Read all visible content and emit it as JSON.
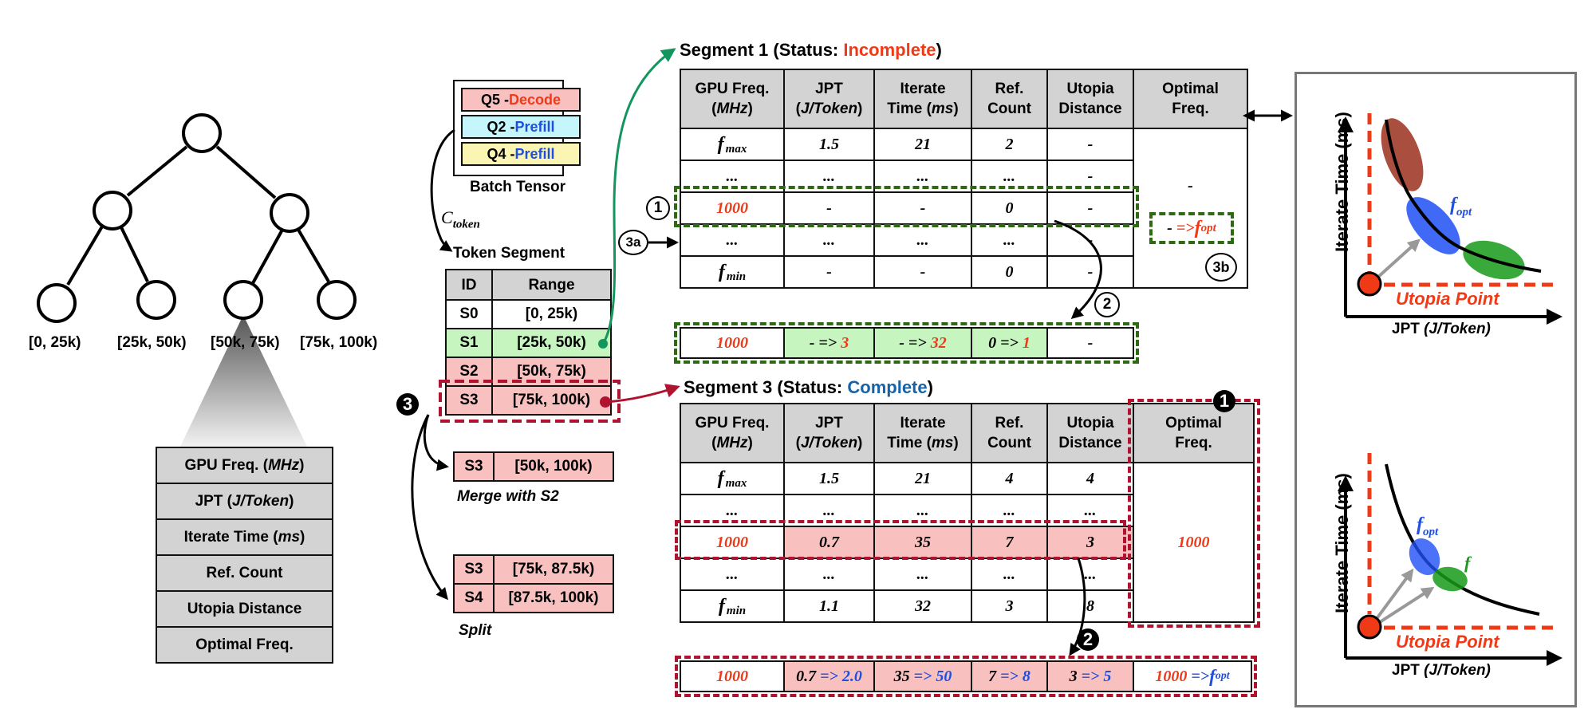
{
  "tree": {
    "leaves": [
      "[0, 25k)",
      "[25k, 50k)",
      "[50k, 75k)",
      "[75k, 100k)"
    ],
    "node_fields": [
      {
        "pre": "GPU Freq. (",
        "it": "MHz",
        "post": ")"
      },
      {
        "pre": "JPT (",
        "it": "J/Token",
        "post": ")"
      },
      {
        "pre": "Iterate Time (",
        "it": "ms",
        "post": ")"
      },
      {
        "pre": "Ref. Count",
        "it": "",
        "post": ""
      },
      {
        "pre": "Utopia Distance",
        "it": "",
        "post": ""
      },
      {
        "pre": "Optimal Freq.",
        "it": "",
        "post": ""
      }
    ]
  },
  "batch": {
    "title": "Batch Tensor",
    "items": [
      {
        "q": "Q5 - ",
        "phase": "Decode",
        "bg": "#f9c0c0",
        "color": "#f03a17"
      },
      {
        "q": "Q2 - ",
        "phase": "Prefill",
        "bg": "#c4f6fb",
        "color": "#1f4fe0"
      },
      {
        "q": "Q4 - ",
        "phase": "Prefill",
        "bg": "#fbf5b4",
        "color": "#1f4fe0"
      }
    ],
    "c_token": "C",
    "c_token_sub": "token"
  },
  "token_segment": {
    "title": "Token Segment",
    "headers": [
      "ID",
      "Range"
    ],
    "rows": [
      {
        "id": "S0",
        "range": "[0, 25k)"
      },
      {
        "id": "S1",
        "range": "[25k, 50k)"
      },
      {
        "id": "S2",
        "range": "[50k, 75k)"
      },
      {
        "id": "S3",
        "range": "[75k, 100k)"
      }
    ],
    "merge": {
      "id": "S3",
      "range": "[50k, 100k)",
      "caption": "Merge with S2"
    },
    "split": {
      "rows": [
        {
          "id": "S3",
          "range": "[75k, 87.5k)"
        },
        {
          "id": "S4",
          "range": "[87.5k, 100k)"
        }
      ],
      "caption": "Split"
    },
    "step_label": "3"
  },
  "segment1": {
    "title_pre": "Segment 1 (Status: ",
    "status": "Incomplete",
    "title_post": ")",
    "headers": [
      {
        "l1": "GPU Freq.",
        "l2pre": "(",
        "l2it": "MHz",
        "l2post": ")"
      },
      {
        "l1": "JPT",
        "l2pre": "(",
        "l2it": "J/Token",
        "l2post": ")"
      },
      {
        "l1": "Iterate",
        "l2pre": "Time (",
        "l2it": "ms",
        "l2post": ")"
      },
      {
        "l1": "Ref.",
        "l2pre": "Count",
        "l2it": "",
        "l2post": ""
      },
      {
        "l1": "Utopia",
        "l2pre": "Distance",
        "l2it": "",
        "l2post": ""
      },
      {
        "l1": "Optimal",
        "l2pre": "Freq.",
        "l2it": "",
        "l2post": ""
      }
    ],
    "rows": [
      [
        "f",
        "1.5",
        "21",
        "2",
        "-"
      ],
      [
        "...",
        "...",
        "...",
        "...",
        "-"
      ],
      [
        "1000",
        "-",
        "-",
        "0",
        "-"
      ],
      [
        "...",
        "...",
        "...",
        "...",
        "-"
      ],
      [
        "f",
        "-",
        "-",
        "0",
        "-"
      ]
    ],
    "row_subs": [
      "max",
      "",
      "",
      "",
      "min"
    ],
    "optimal": "-",
    "optimal_update": {
      "old": "-",
      "arrow": "=>",
      "new": "f",
      "sub": "opt"
    },
    "update_row": {
      "freq": "1000",
      "cells": [
        {
          "old": "- =>",
          "new": "3"
        },
        {
          "old": "- =>",
          "new": "32"
        },
        {
          "old": "0 =>",
          "new": "1"
        }
      ],
      "last": "-"
    },
    "step1": "1",
    "step2": "2",
    "step3a": "3a",
    "step3b": "3b"
  },
  "segment3": {
    "title_pre": "Segment 3 (Status: ",
    "status": "Complete",
    "title_post": ")",
    "rows": [
      [
        "f",
        "1.5",
        "21",
        "4",
        "4"
      ],
      [
        "...",
        "...",
        "...",
        "...",
        "..."
      ],
      [
        "1000",
        "0.7",
        "35",
        "7",
        "3"
      ],
      [
        "...",
        "...",
        "...",
        "...",
        "..."
      ],
      [
        "f",
        "1.1",
        "32",
        "3",
        "8"
      ]
    ],
    "row_subs": [
      "max",
      "",
      "",
      "",
      "min"
    ],
    "optimal": "1000",
    "update_row": {
      "freq": "1000",
      "cells": [
        {
          "old": "0.7",
          "new": "2.0"
        },
        {
          "old": "35",
          "new": "50"
        },
        {
          "old": "7",
          "new": "8"
        },
        {
          "old": "3",
          "new": "5"
        }
      ],
      "last": {
        "old": "1000",
        "new": "f",
        "sub": "opt"
      },
      "arrow": "=>"
    },
    "step1": "1",
    "step2": "2"
  },
  "plots": [
    {
      "ylabel": "Iterate Time (ms)",
      "xlabel_pre": "JPT ",
      "xlabel_it": "(J/Token)",
      "utopia": "Utopia Point",
      "f_opt": "f",
      "f_opt_sub": "opt",
      "f_label": ""
    },
    {
      "ylabel": "Iterate Time (ms)",
      "xlabel_pre": "JPT ",
      "xlabel_it": "(J/Token)",
      "utopia": "Utopia Point",
      "f_opt": "f",
      "f_opt_sub": "opt",
      "f_label": "f"
    }
  ],
  "colors": {
    "green_dash": "#2d6a12",
    "crimson_dash": "#b0132f",
    "teal_arrow": "#14955e",
    "utopia_red": "#f03a17"
  }
}
